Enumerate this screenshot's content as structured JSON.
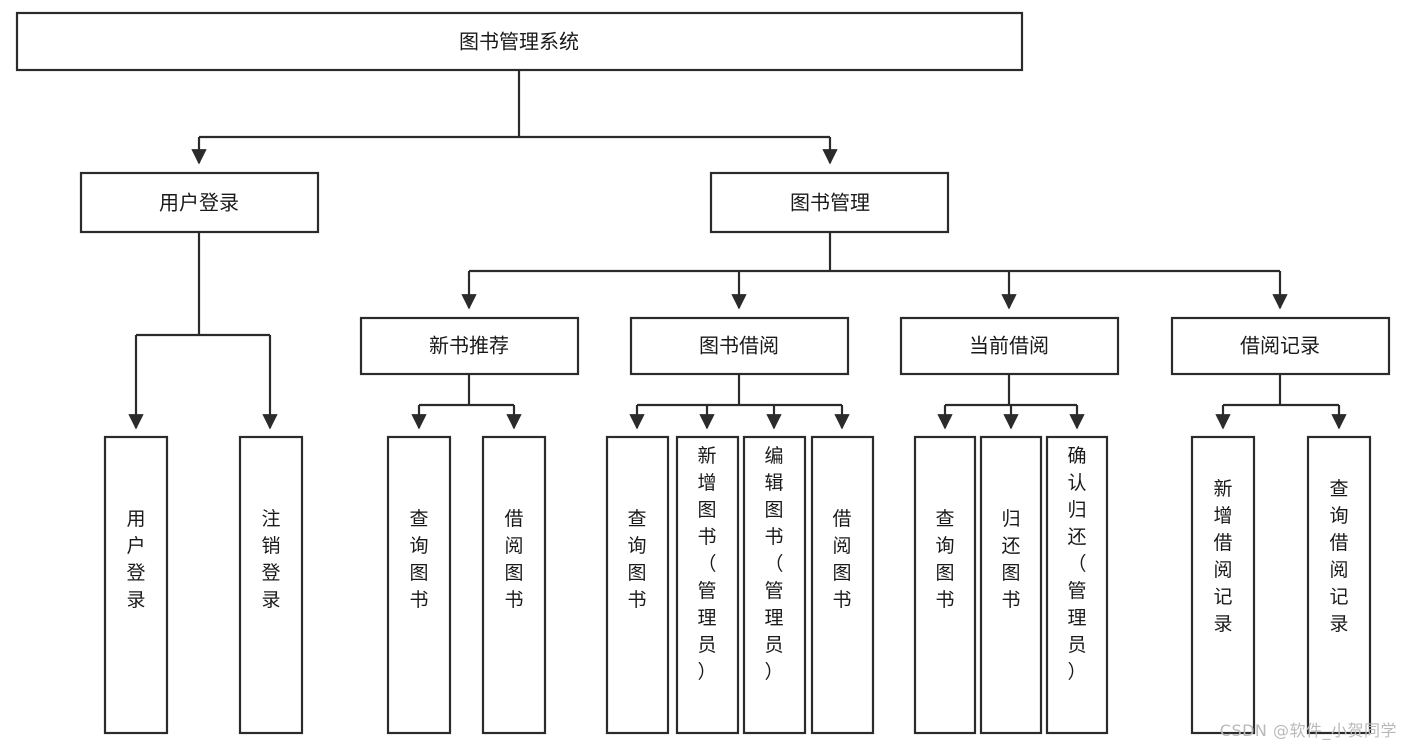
{
  "diagram": {
    "type": "tree-hierarchy",
    "title": "图书管理系统",
    "watermark": "CSDN @软件_小贺同学",
    "orientation": "top-down",
    "levels": 4,
    "root": {
      "id": "root",
      "label": "图书管理系统",
      "text_orientation": "horizontal"
    },
    "level2": [
      {
        "id": "user-login",
        "label": "用户登录",
        "text_orientation": "horizontal"
      },
      {
        "id": "book-manage",
        "label": "图书管理",
        "text_orientation": "horizontal"
      }
    ],
    "level3": [
      {
        "id": "new-book-recommend",
        "parent": "book-manage",
        "label": "新书推荐",
        "text_orientation": "horizontal"
      },
      {
        "id": "book-borrow",
        "parent": "book-manage",
        "label": "图书借阅",
        "text_orientation": "horizontal"
      },
      {
        "id": "current-borrow",
        "parent": "book-manage",
        "label": "当前借阅",
        "text_orientation": "horizontal"
      },
      {
        "id": "borrow-record",
        "parent": "book-manage",
        "label": "借阅记录",
        "text_orientation": "horizontal"
      }
    ],
    "leaves": [
      {
        "id": "leaf-user-login",
        "parent": "user-login",
        "label": "用户登录",
        "text_orientation": "vertical"
      },
      {
        "id": "leaf-logout",
        "parent": "user-login",
        "label": "注销登录",
        "text_orientation": "vertical"
      },
      {
        "id": "leaf-query-book-1",
        "parent": "new-book-recommend",
        "label": "查询图书",
        "text_orientation": "vertical"
      },
      {
        "id": "leaf-borrow-book-1",
        "parent": "new-book-recommend",
        "label": "借阅图书",
        "text_orientation": "vertical"
      },
      {
        "id": "leaf-query-book-2",
        "parent": "book-borrow",
        "label": "查询图书",
        "text_orientation": "vertical"
      },
      {
        "id": "leaf-add-book",
        "parent": "book-borrow",
        "label": "新增图书（管理员）",
        "text_orientation": "vertical"
      },
      {
        "id": "leaf-edit-book",
        "parent": "book-borrow",
        "label": "编辑图书（管理员）",
        "text_orientation": "vertical"
      },
      {
        "id": "leaf-borrow-book-2",
        "parent": "book-borrow",
        "label": "借阅图书",
        "text_orientation": "vertical"
      },
      {
        "id": "leaf-query-book-3",
        "parent": "current-borrow",
        "label": "查询图书",
        "text_orientation": "vertical"
      },
      {
        "id": "leaf-return-book",
        "parent": "current-borrow",
        "label": "归还图书",
        "text_orientation": "vertical"
      },
      {
        "id": "leaf-confirm-return",
        "parent": "current-borrow",
        "label": "确认归还（管理员）",
        "text_orientation": "vertical"
      },
      {
        "id": "leaf-add-record",
        "parent": "borrow-record",
        "label": "新增借阅记录",
        "text_orientation": "vertical"
      },
      {
        "id": "leaf-query-record",
        "parent": "borrow-record",
        "label": "查询借阅记录",
        "text_orientation": "vertical"
      }
    ],
    "colors": {
      "background": "#ffffff",
      "box_fill": "#ffffff",
      "box_stroke": "#2b2b2b",
      "text": "#1a1a1a",
      "watermark": "#b9b9b9"
    }
  }
}
